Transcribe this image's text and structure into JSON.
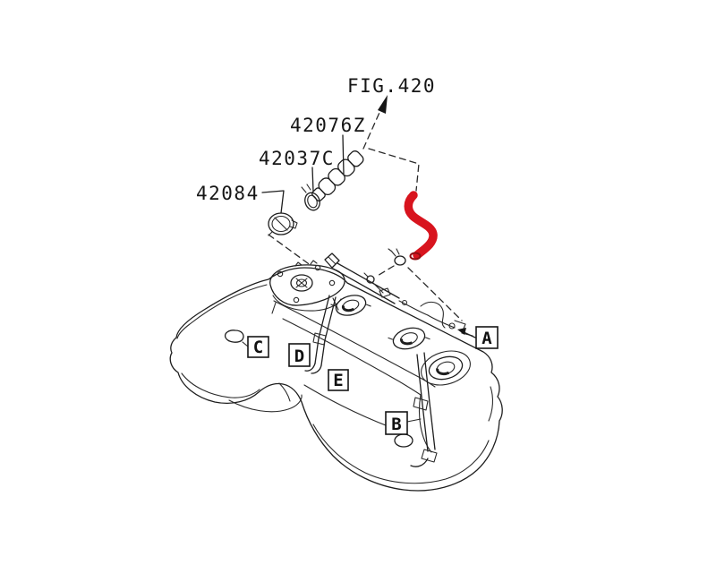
{
  "figure": {
    "fig_ref": "FIG.420",
    "parts": [
      {
        "number": "42076Z"
      },
      {
        "number": "42037C"
      },
      {
        "number": "42084"
      }
    ],
    "callouts": [
      {
        "letter": "A"
      },
      {
        "letter": "B"
      },
      {
        "letter": "C"
      },
      {
        "letter": "D"
      },
      {
        "letter": "E"
      }
    ],
    "colors": {
      "line": "#1e1e1e",
      "highlight": "#d8141e",
      "background": "#ffffff"
    }
  }
}
